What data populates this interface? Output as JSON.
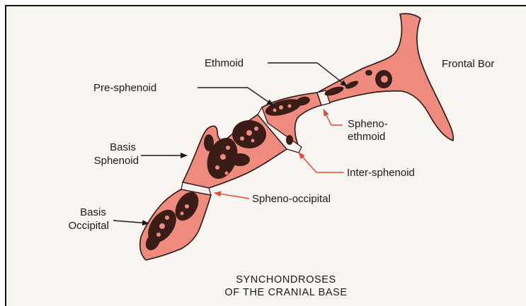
{
  "labels": {
    "frontal_bone": "Frontal Bor",
    "ethmoid": "Ethmoid",
    "pre_sphenoid": "Pre-sphenoid",
    "basis_sphenoid": [
      "Basis",
      "Sphenoid"
    ],
    "basis_occipital": [
      "Basis",
      "Occipital"
    ],
    "spheno_ethmoid": [
      "Spheno-",
      "ethmoid"
    ],
    "inter_sphenoid": "Inter-sphenoid",
    "spheno_occipital": "Spheno-occipital"
  },
  "caption": {
    "line1": "SYNCHONDROSES",
    "line2": "OF THE CRANIAL BASE"
  },
  "colors": {
    "background": "#f8f4ef",
    "bone": "#ef8a7e",
    "bone_outline": "#2a1612",
    "cancellous_texture": "#3a1d17",
    "cartilage_joint": "#f6f1ee",
    "arrow_black": "#1a1a1a",
    "arrow_red": "#e24a3c"
  }
}
